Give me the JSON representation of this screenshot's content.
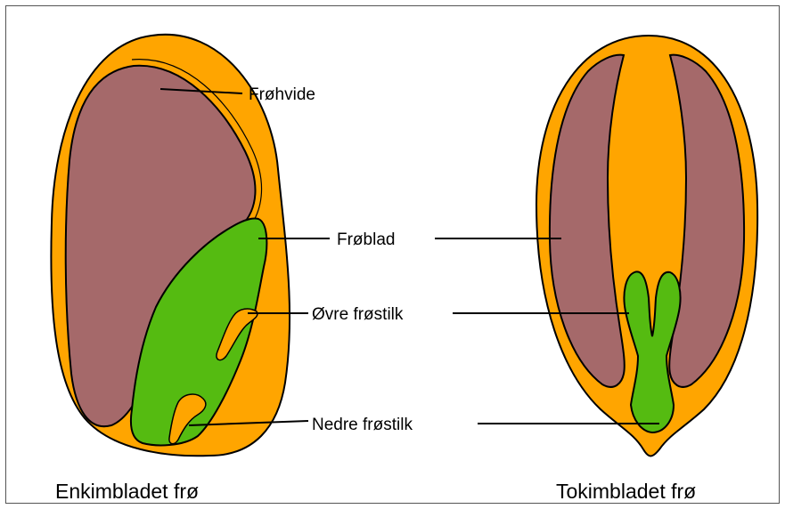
{
  "labels": {
    "endosperm": "Frøhvide",
    "cotyledon": "Frøblad",
    "upper_stalk": "Øvre frøstilk",
    "lower_stalk": "Nedre frøstilk"
  },
  "captions": {
    "monocot": "Enkimbladet frø",
    "dicot": "Tokimbladet frø"
  },
  "colors": {
    "seed_coat": "#FFA500",
    "endosperm": "#A5696A",
    "embryo": "#55BB11",
    "outline": "#000000",
    "frame": "#555555"
  }
}
